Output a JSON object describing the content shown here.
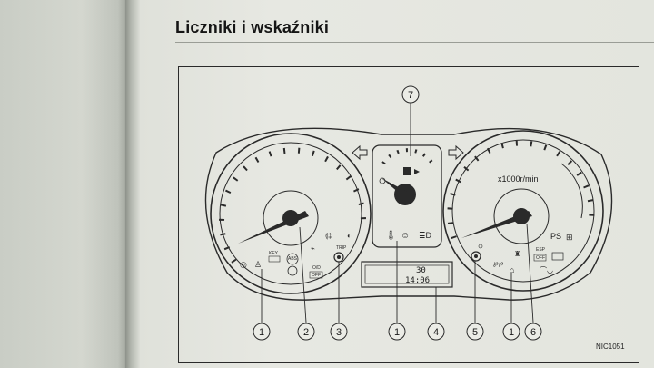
{
  "page": {
    "title": "Liczniki i wskaźniki",
    "figure_code": "NIC1051"
  },
  "gauges": {
    "tachometer_unit": "x1000r/min",
    "power_steering_label": "PS"
  },
  "odometer_display": {
    "top_value": "30",
    "clock": "14:06"
  },
  "small_labels": {
    "key": "KEY",
    "trip": "TRIP",
    "od_off_top": "O/D",
    "od_off_bottom": "OFF",
    "esp_off_top": "ESP",
    "esp_off_bottom": "OFF",
    "abs": "ABS"
  },
  "callouts": [
    "1",
    "2",
    "3",
    "1",
    "4",
    "5",
    "1",
    "6",
    "7"
  ]
}
